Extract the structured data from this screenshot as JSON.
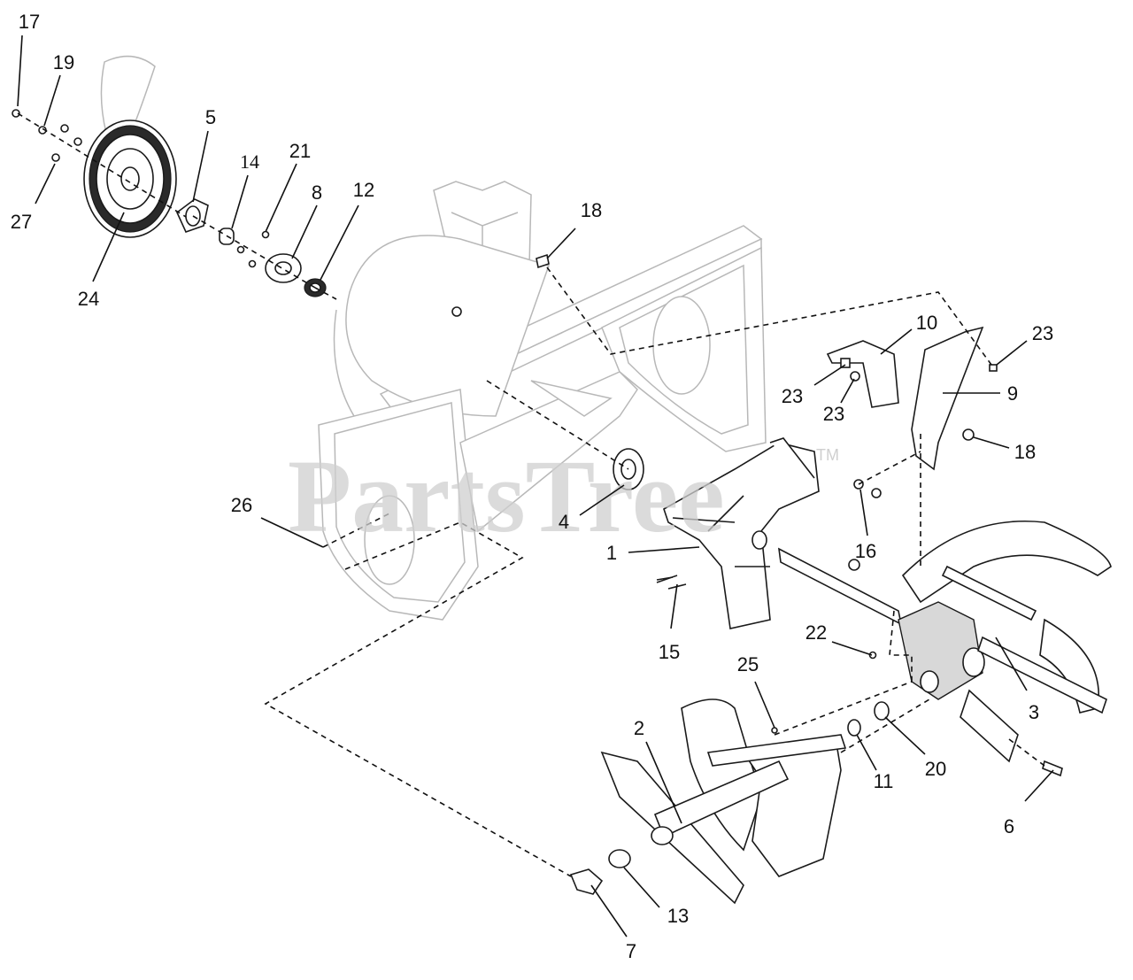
{
  "watermark": {
    "text": "PartsTree",
    "trademark": "TM"
  },
  "callouts": [
    {
      "id": "1",
      "label": "1"
    },
    {
      "id": "2",
      "label": "2"
    },
    {
      "id": "3",
      "label": "3"
    },
    {
      "id": "4",
      "label": "4"
    },
    {
      "id": "5",
      "label": "5"
    },
    {
      "id": "6",
      "label": "6"
    },
    {
      "id": "7",
      "label": "7"
    },
    {
      "id": "8",
      "label": "8"
    },
    {
      "id": "9",
      "label": "9"
    },
    {
      "id": "10",
      "label": "10"
    },
    {
      "id": "11",
      "label": "11"
    },
    {
      "id": "12",
      "label": "12"
    },
    {
      "id": "13",
      "label": "13"
    },
    {
      "id": "14",
      "label": "14"
    },
    {
      "id": "15",
      "label": "15"
    },
    {
      "id": "16",
      "label": "16"
    },
    {
      "id": "17",
      "label": "17"
    },
    {
      "id": "18a",
      "label": "18"
    },
    {
      "id": "18b",
      "label": "18"
    },
    {
      "id": "19",
      "label": "19"
    },
    {
      "id": "20",
      "label": "20"
    },
    {
      "id": "21",
      "label": "21"
    },
    {
      "id": "22",
      "label": "22"
    },
    {
      "id": "23a",
      "label": "23"
    },
    {
      "id": "23b",
      "label": "23"
    },
    {
      "id": "23c",
      "label": "23"
    },
    {
      "id": "24",
      "label": "24"
    },
    {
      "id": "25",
      "label": "25"
    },
    {
      "id": "26",
      "label": "26"
    },
    {
      "id": "27",
      "label": "27"
    }
  ]
}
